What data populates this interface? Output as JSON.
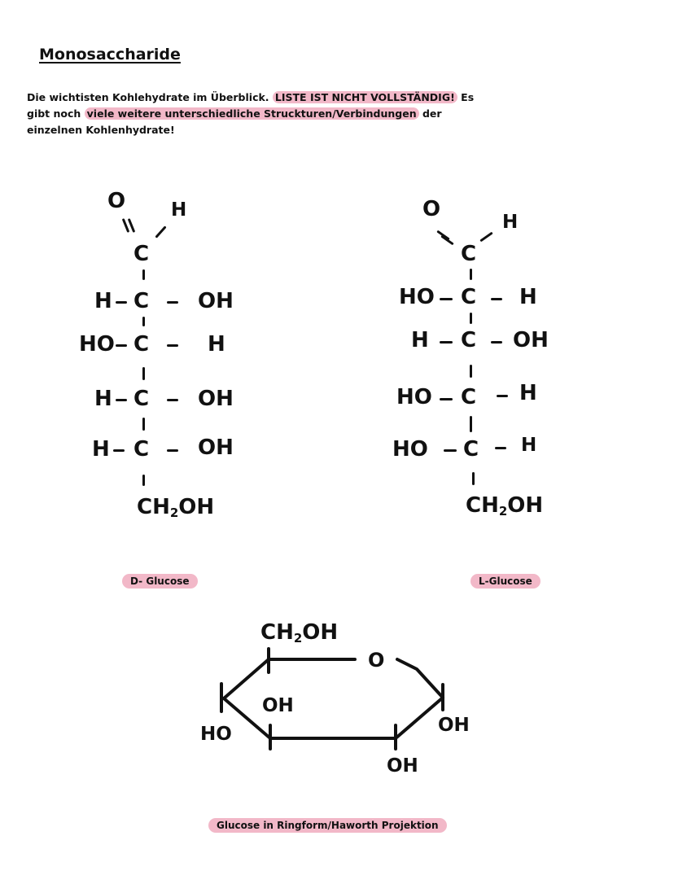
{
  "page": {
    "title": "Monosaccharide",
    "intro_part1": "Die wichtisten Kohlehydrate im Überblick. ",
    "intro_highlight1": "LISTE IST NICHT VOLLSTÄNDIG!",
    "intro_part2": " Es gibt noch ",
    "intro_highlight2": "viele weitere unterschiedliche Struckturen/Verbindungen",
    "intro_part3": " der einzelnen Kohlenhydrate!"
  },
  "d_glucose": {
    "caption": "D- Glucose",
    "aldehyde_o": "O",
    "aldehyde_h": "H",
    "carbon": "C",
    "row1_left": "H",
    "row1_right": "OH",
    "row2_left": "HO",
    "row2_right": "H",
    "row3_left": "H",
    "row3_right": "OH",
    "row4_left": "H",
    "row4_right": "OH",
    "terminal_ch": "CH",
    "terminal_sub": "2",
    "terminal_oh": "OH"
  },
  "l_glucose": {
    "caption": "L-Glucose",
    "aldehyde_o": "O",
    "aldehyde_h": "H",
    "carbon": "C",
    "row1_left": "HO",
    "row1_right": "H",
    "row2_left": "H",
    "row2_right": "OH",
    "row3_left": "HO",
    "row3_right": "H",
    "row4_left": "HO",
    "row4_right": "H",
    "terminal_ch": "CH",
    "terminal_sub": "2",
    "terminal_oh": "OH"
  },
  "ring_glucose": {
    "caption": "Glucose in Ringform/Haworth Projektion",
    "ch2oh_ch": "CH",
    "ch2oh_sub": "2",
    "ch2oh_oh": "OH",
    "ring_o": "O",
    "oh_right": "OH",
    "oh_bottom": "OH",
    "oh_inner": "OH",
    "ho_left": "HO"
  },
  "colors": {
    "highlight": "#f2b8c8",
    "ink": "#111111"
  }
}
